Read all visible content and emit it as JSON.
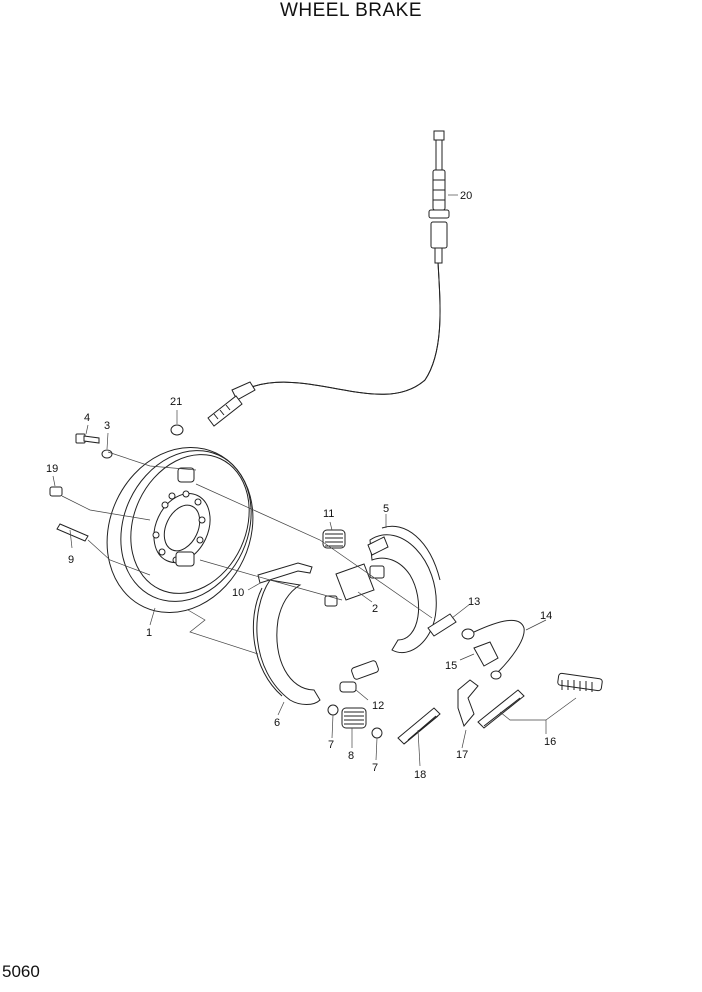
{
  "title": "WHEEL BRAKE",
  "page_number": "5060",
  "callouts": {
    "c1": "1",
    "c2": "2",
    "c3": "3",
    "c4": "4",
    "c5": "5",
    "c6": "6",
    "c7a": "7",
    "c7b": "7",
    "c8": "8",
    "c9": "9",
    "c10": "10",
    "c11": "11",
    "c12": "12",
    "c13": "13",
    "c14": "14",
    "c15": "15",
    "c16": "16",
    "c17": "17",
    "c18": "18",
    "c19": "19",
    "c20": "20",
    "c21": "21"
  }
}
